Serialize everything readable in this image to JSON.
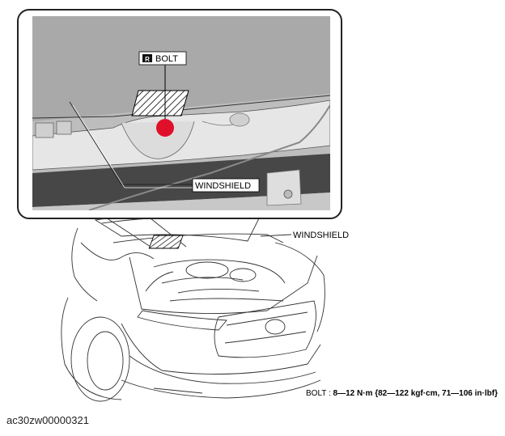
{
  "labels": {
    "bolt": "BOLT",
    "bolt_badge": "R",
    "windshield_detail": "WINDSHIELD",
    "windshield_main": "WINDSHIELD"
  },
  "spec": {
    "part": "BOLT",
    "separator": " : ",
    "value": "8—12 N·m {82—122 kgf·cm, 71—106 in·lbf}"
  },
  "caption": "ac30zw00000321",
  "colors": {
    "bolt_marker": "#e0102a",
    "panel_gray": "#a9a9a9",
    "dark_band": "#474747"
  }
}
